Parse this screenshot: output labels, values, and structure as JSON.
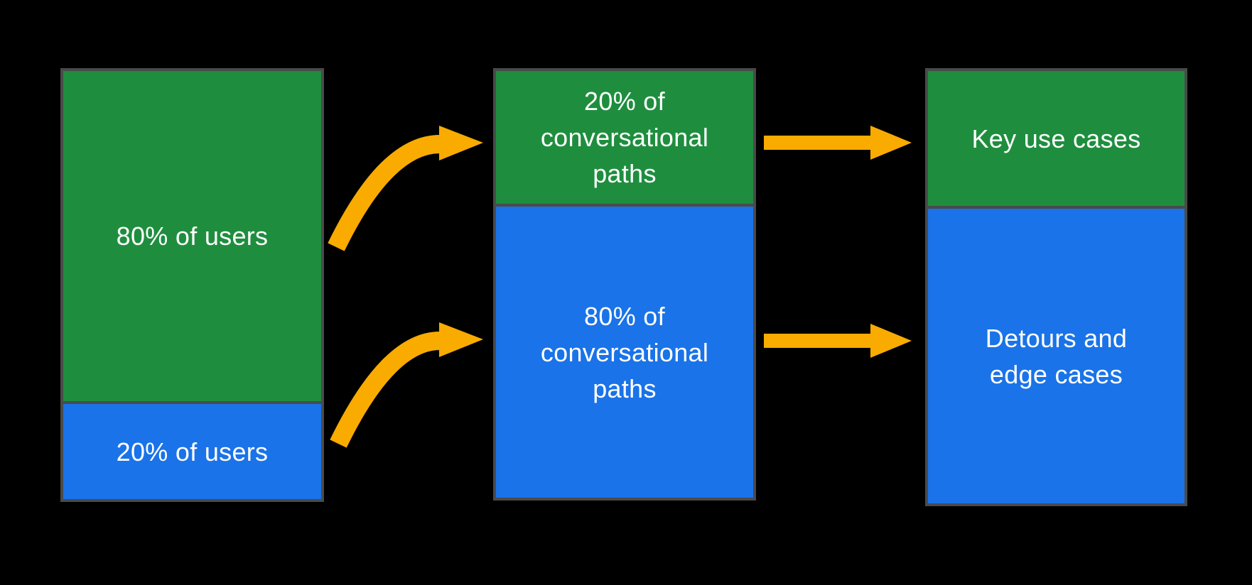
{
  "colors": {
    "background": "#000000",
    "green": "#1e8e3e",
    "blue": "#1a73e8",
    "arrow": "#f9ab00",
    "box_border": "#4a4a4a",
    "text": "#ffffff"
  },
  "diagram": {
    "columns": [
      {
        "name": "users",
        "segments": [
          {
            "color": "green",
            "percent": "80%",
            "label": "80% of users"
          },
          {
            "color": "blue",
            "percent": "20%",
            "label": "20% of users"
          }
        ]
      },
      {
        "name": "conversational-paths",
        "segments": [
          {
            "color": "green",
            "percent": "20%",
            "label": "20% of\nconversational\npaths"
          },
          {
            "color": "blue",
            "percent": "80%",
            "label": "80% of\nconversational\npaths"
          }
        ]
      },
      {
        "name": "outcomes",
        "segments": [
          {
            "color": "green",
            "label": "Key use cases"
          },
          {
            "color": "blue",
            "label": "Detours and\nedge cases"
          }
        ]
      }
    ],
    "arrows": [
      {
        "name": "curved-arrow-users80-to-paths20",
        "shape": "curved"
      },
      {
        "name": "curved-arrow-users20-to-paths80",
        "shape": "curved"
      },
      {
        "name": "straight-arrow-paths20-to-key-use-cases",
        "shape": "straight"
      },
      {
        "name": "straight-arrow-paths80-to-detours",
        "shape": "straight"
      }
    ]
  }
}
